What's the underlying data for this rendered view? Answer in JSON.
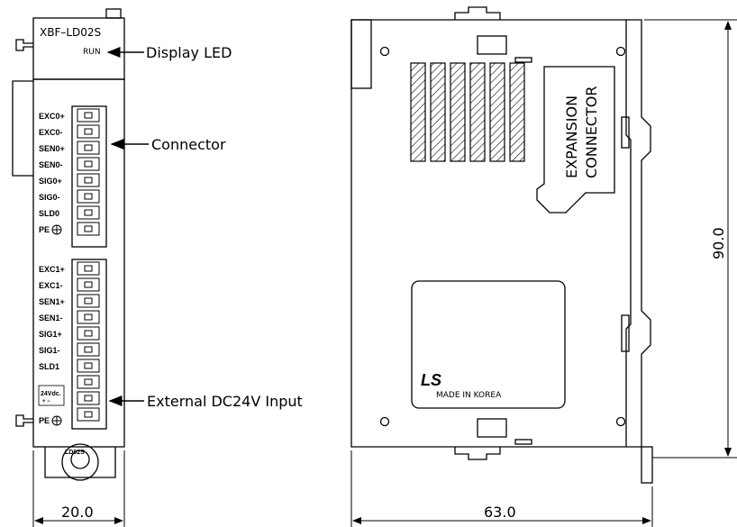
{
  "front_module": {
    "model": "XBF–LD02S",
    "run_led": "RUN",
    "bottom_label": "LD02S",
    "terminals_top": [
      "EXC0+",
      "EXC0-",
      "SEN0+",
      "SEN0-",
      "SIG0+",
      "SIG0-",
      "SLD0",
      "PE"
    ],
    "terminals_bottom": [
      "EXC1+",
      "EXC1-",
      "SEN1+",
      "SEN1-",
      "SIG1+",
      "SIG1-",
      "SLD1",
      "24Vdc.",
      "PE"
    ],
    "dc_sublabel": "+  −"
  },
  "callouts": {
    "display_led": "Display LED",
    "connector": "Connector",
    "external_input": "External DC24V Input"
  },
  "side_module": {
    "expansion_line1": "EXPANSION",
    "expansion_line2": "CONNECTOR",
    "brand": "LS",
    "made_in": "MADE IN KOREA"
  },
  "dimensions": {
    "front_width": "20.0",
    "side_width": "63.0",
    "height": "90.0"
  }
}
